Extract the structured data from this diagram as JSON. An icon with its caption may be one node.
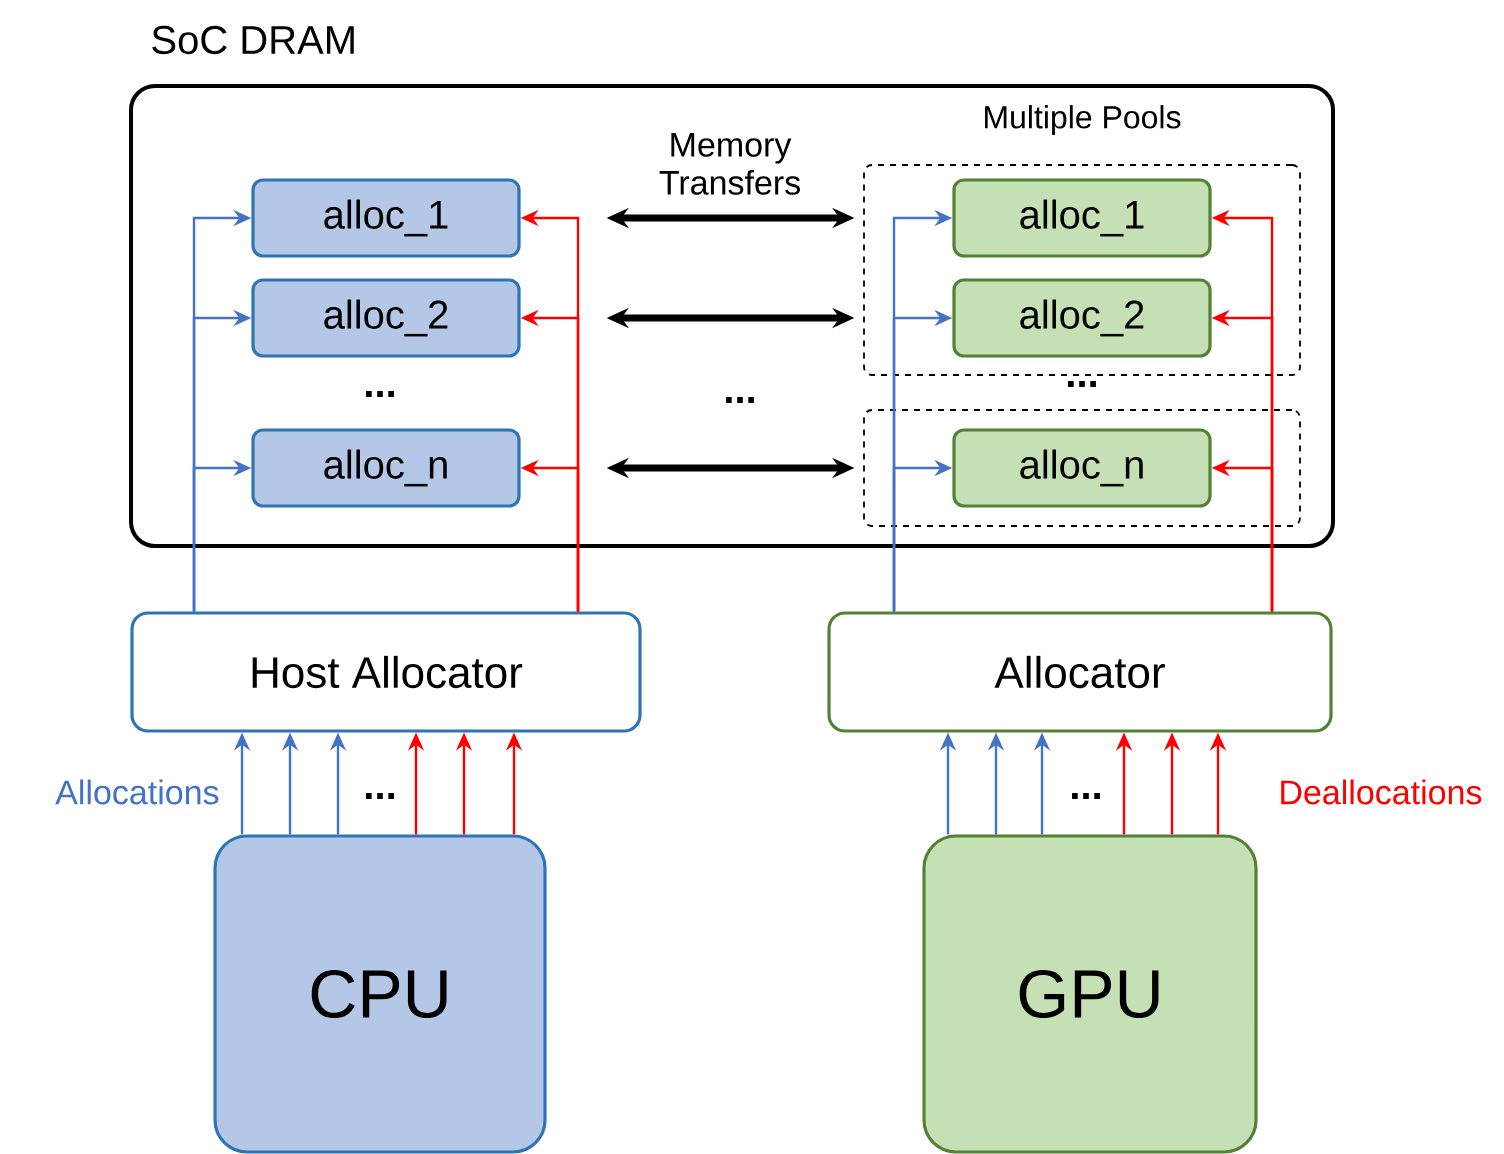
{
  "diagram": {
    "nodes": [
      {
        "text": [
          "SoC DRAM"
        ]
      },
      {
        "text": [
          "Multiple Pools"
        ],
        "in": 0
      },
      {
        "text": [],
        "shape": "box",
        "in": 0
      },
      {
        "text": [
          "alloc_1"
        ],
        "in": 0
      },
      {
        "text": [
          "alloc_2"
        ],
        "in": 0
      },
      {
        "text": [
          "alloc_n"
        ],
        "in": 0
      },
      {
        "text": [
          "alloc_1"
        ],
        "in": 1
      },
      {
        "text": [
          "alloc_2"
        ],
        "in": 1
      },
      {
        "text": [
          "alloc_n"
        ],
        "in": 2
      },
      {
        "text": [
          "Host Allocator"
        ]
      },
      {
        "text": [
          "Allocator"
        ]
      },
      {
        "text": [
          "CPU"
        ]
      },
      {
        "text": [
          "GPU"
        ]
      }
    ],
    "edges": [
      {
        "from": 9,
        "to": 3,
        "arrow": "to",
        "color": "#4472c4"
      },
      {
        "from": 9,
        "to": 4,
        "arrow": "to",
        "color": "#4472c4"
      },
      {
        "from": 9,
        "to": 5,
        "arrow": "to",
        "color": "#4472c4"
      },
      {
        "from": 9,
        "to": 3,
        "arrow": "to",
        "color": "#ff0000"
      },
      {
        "from": 9,
        "to": 4,
        "arrow": "to",
        "color": "#ff0000"
      },
      {
        "from": 9,
        "to": 5,
        "arrow": "to",
        "color": "#ff0000"
      },
      {
        "from": 10,
        "to": 6,
        "arrow": "to",
        "color": "#4472c4"
      },
      {
        "from": 10,
        "to": 7,
        "arrow": "to",
        "color": "#4472c4"
      },
      {
        "from": 10,
        "to": 8,
        "arrow": "to",
        "color": "#4472c4"
      },
      {
        "from": 10,
        "to": 6,
        "arrow": "to",
        "color": "#ff0000"
      },
      {
        "from": 10,
        "to": 7,
        "arrow": "to",
        "color": "#ff0000"
      },
      {
        "from": 10,
        "to": 8,
        "arrow": "to",
        "color": "#ff0000"
      },
      {
        "from": 3,
        "to": 6,
        "arrow": "both",
        "style": "thick",
        "color": "#000000"
      },
      {
        "from": 4,
        "to": 7,
        "arrow": "both",
        "style": "thick",
        "color": "#000000"
      },
      {
        "from": 5,
        "to": 8,
        "arrow": "both",
        "style": "thick",
        "color": "#000000"
      },
      {
        "from": 11,
        "to": 9,
        "arrow": "to",
        "color": "#4472c4"
      },
      {
        "from": 11,
        "to": 9,
        "arrow": "to",
        "color": "#4472c4"
      },
      {
        "from": 11,
        "to": 9,
        "arrow": "to",
        "color": "#4472c4"
      },
      {
        "from": 11,
        "to": 9,
        "arrow": "to",
        "color": "#ff0000"
      },
      {
        "from": 11,
        "to": 9,
        "arrow": "to",
        "color": "#ff0000"
      },
      {
        "from": 11,
        "to": 9,
        "arrow": "to",
        "color": "#ff0000"
      },
      {
        "from": 12,
        "to": 10,
        "arrow": "to",
        "color": "#4472c4"
      },
      {
        "from": 12,
        "to": 10,
        "arrow": "to",
        "color": "#4472c4"
      },
      {
        "from": 12,
        "to": 10,
        "arrow": "to",
        "color": "#4472c4"
      },
      {
        "from": 12,
        "to": 10,
        "arrow": "to",
        "color": "#ff0000"
      },
      {
        "from": 12,
        "to": 10,
        "arrow": "to",
        "color": "#ff0000"
      },
      {
        "from": 12,
        "to": 10,
        "arrow": "to",
        "color": "#ff0000"
      }
    ],
    "labels": [
      "Memory Transfers",
      "...",
      "...",
      "...",
      "Allocations",
      "...",
      "...",
      "Deallocations"
    ]
  }
}
